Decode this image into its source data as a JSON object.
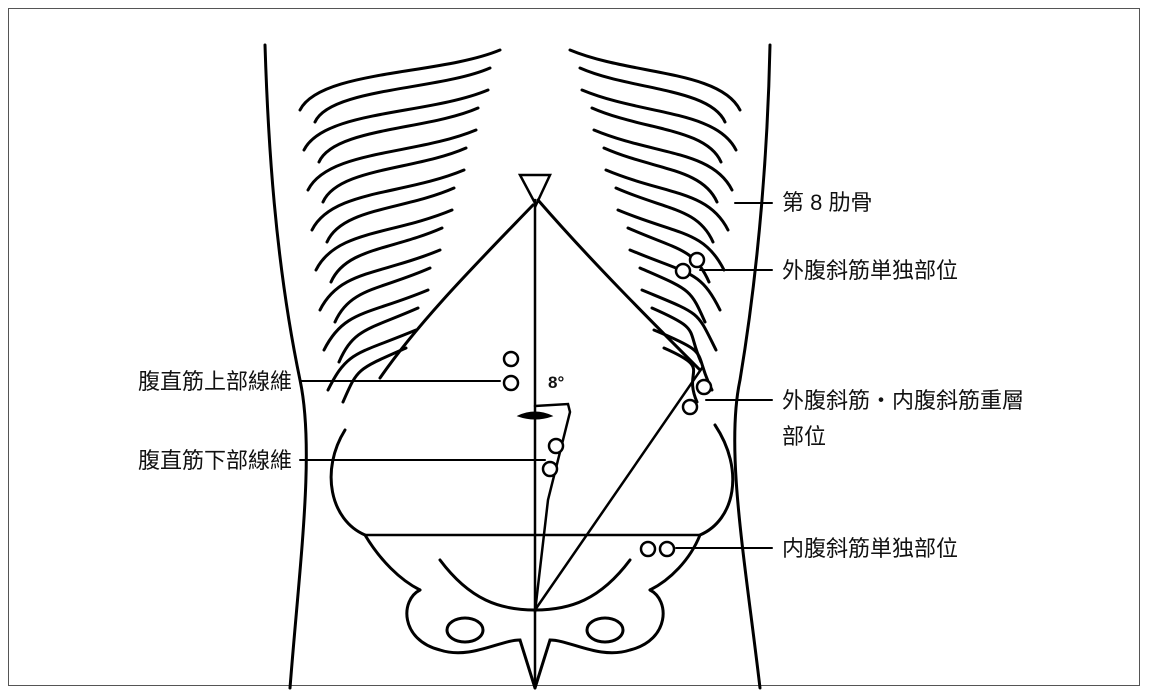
{
  "labels": {
    "rib8": "第 8 肋骨",
    "eo_only": "外腹斜筋単独部位",
    "eo_io_line1": "外腹斜筋・内腹斜筋重層",
    "eo_io_line2": "部位",
    "io_only": "内腹斜筋単独部位",
    "ra_upper": "腹直筋上部線維",
    "ra_lower": "腹直筋下部線維",
    "angle": "8°"
  }
}
